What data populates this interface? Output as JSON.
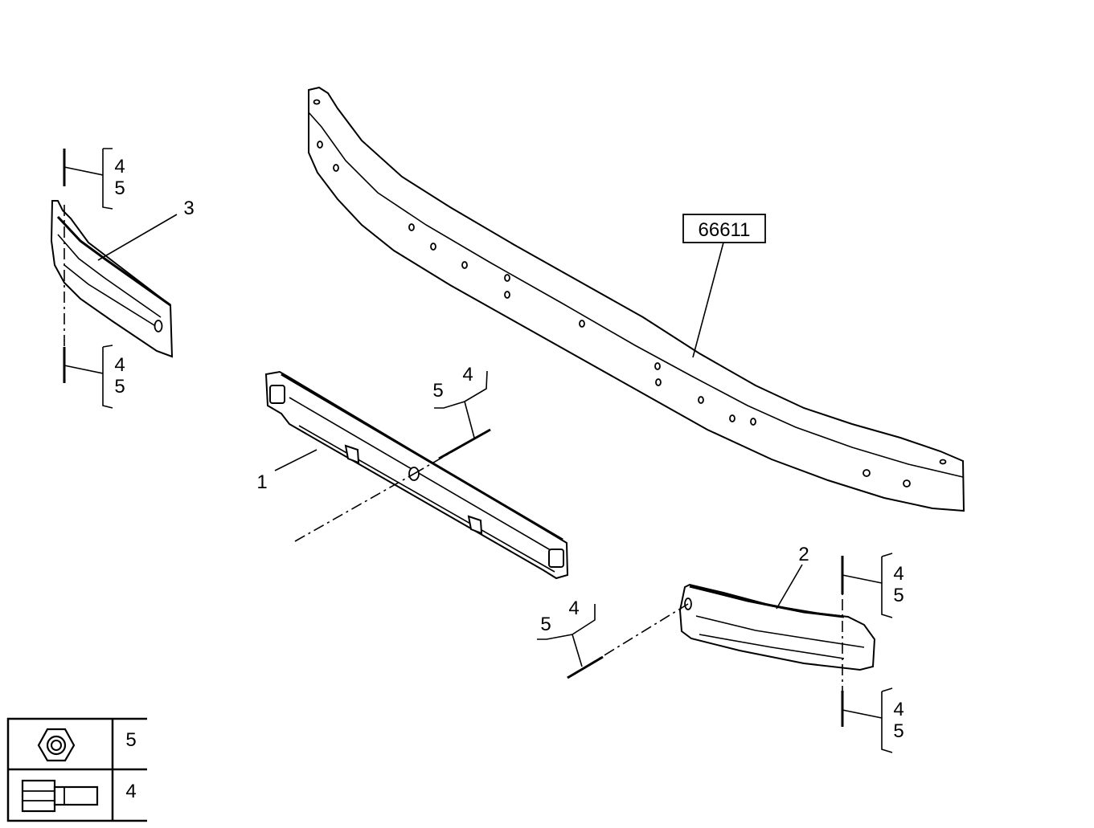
{
  "diagram": {
    "reference_box": {
      "text": "66611"
    },
    "part_labels": {
      "p1": "1",
      "p2": "2",
      "p3": "3"
    },
    "fastener_callouts": [
      {
        "a": "4",
        "b": "5"
      },
      {
        "a": "4",
        "b": "5"
      },
      {
        "a": "4",
        "b": "5"
      },
      {
        "a": "4",
        "b": "5"
      },
      {
        "a": "4",
        "b": "5"
      },
      {
        "a": "4",
        "b": "5"
      }
    ],
    "legend": {
      "rows": [
        {
          "icon": "hex-nut-icon",
          "number": "5"
        },
        {
          "icon": "hex-bolt-icon",
          "number": "4"
        }
      ]
    }
  }
}
